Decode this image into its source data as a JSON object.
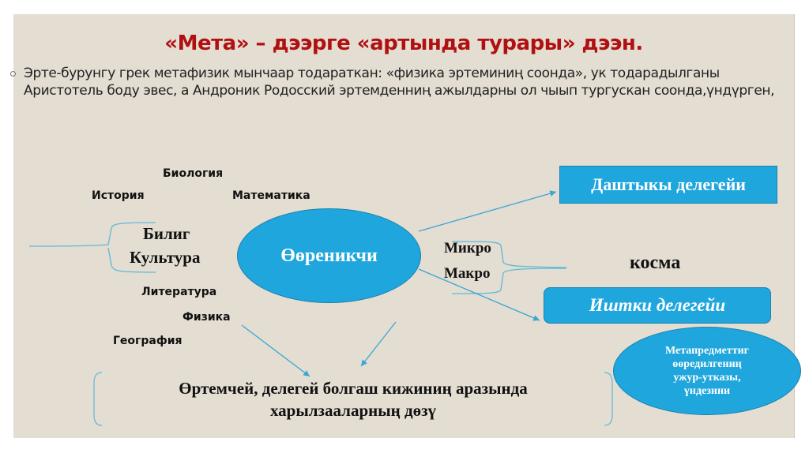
{
  "slide": {
    "title": "«Мета» – дээрге «артында турары» дээн.",
    "bullet": "Эрте-бурунгу грек метафизик мынчаар тодараткан: «физика эртеминиң соонда», ук тодарадылганы Аристотель боду эвес, а Андроник Родосский эртемденниң ажылдарны ол чыып тургускан соонда,үндүрген,"
  },
  "diagram": {
    "subjects": {
      "biology": "Биология",
      "history": "История",
      "math": "Математика",
      "literature": "Литература",
      "physics": "Физика",
      "geography": "География"
    },
    "left_group": [
      "Билиг",
      "Культура"
    ],
    "center": "Өөреникчи",
    "right_group": [
      "Микро",
      "Макро"
    ],
    "cosmos": "косма",
    "outer_world": "Даштыкы делегейи",
    "inner_world": "Иштки делегейи",
    "meta_ellipse": [
      "Метапредметтиг",
      "өөредилгениң",
      "ужур-утказы,",
      "үндезини"
    ],
    "bottom": [
      "Өртемчей, делегей болгаш кижиниң аразында",
      "харылзааларның дөзү"
    ]
  },
  "colors": {
    "background": "#e3ddd2",
    "title": "#b01010",
    "shape_fill": "#1fa6dd",
    "connector": "#3aa6d4"
  }
}
